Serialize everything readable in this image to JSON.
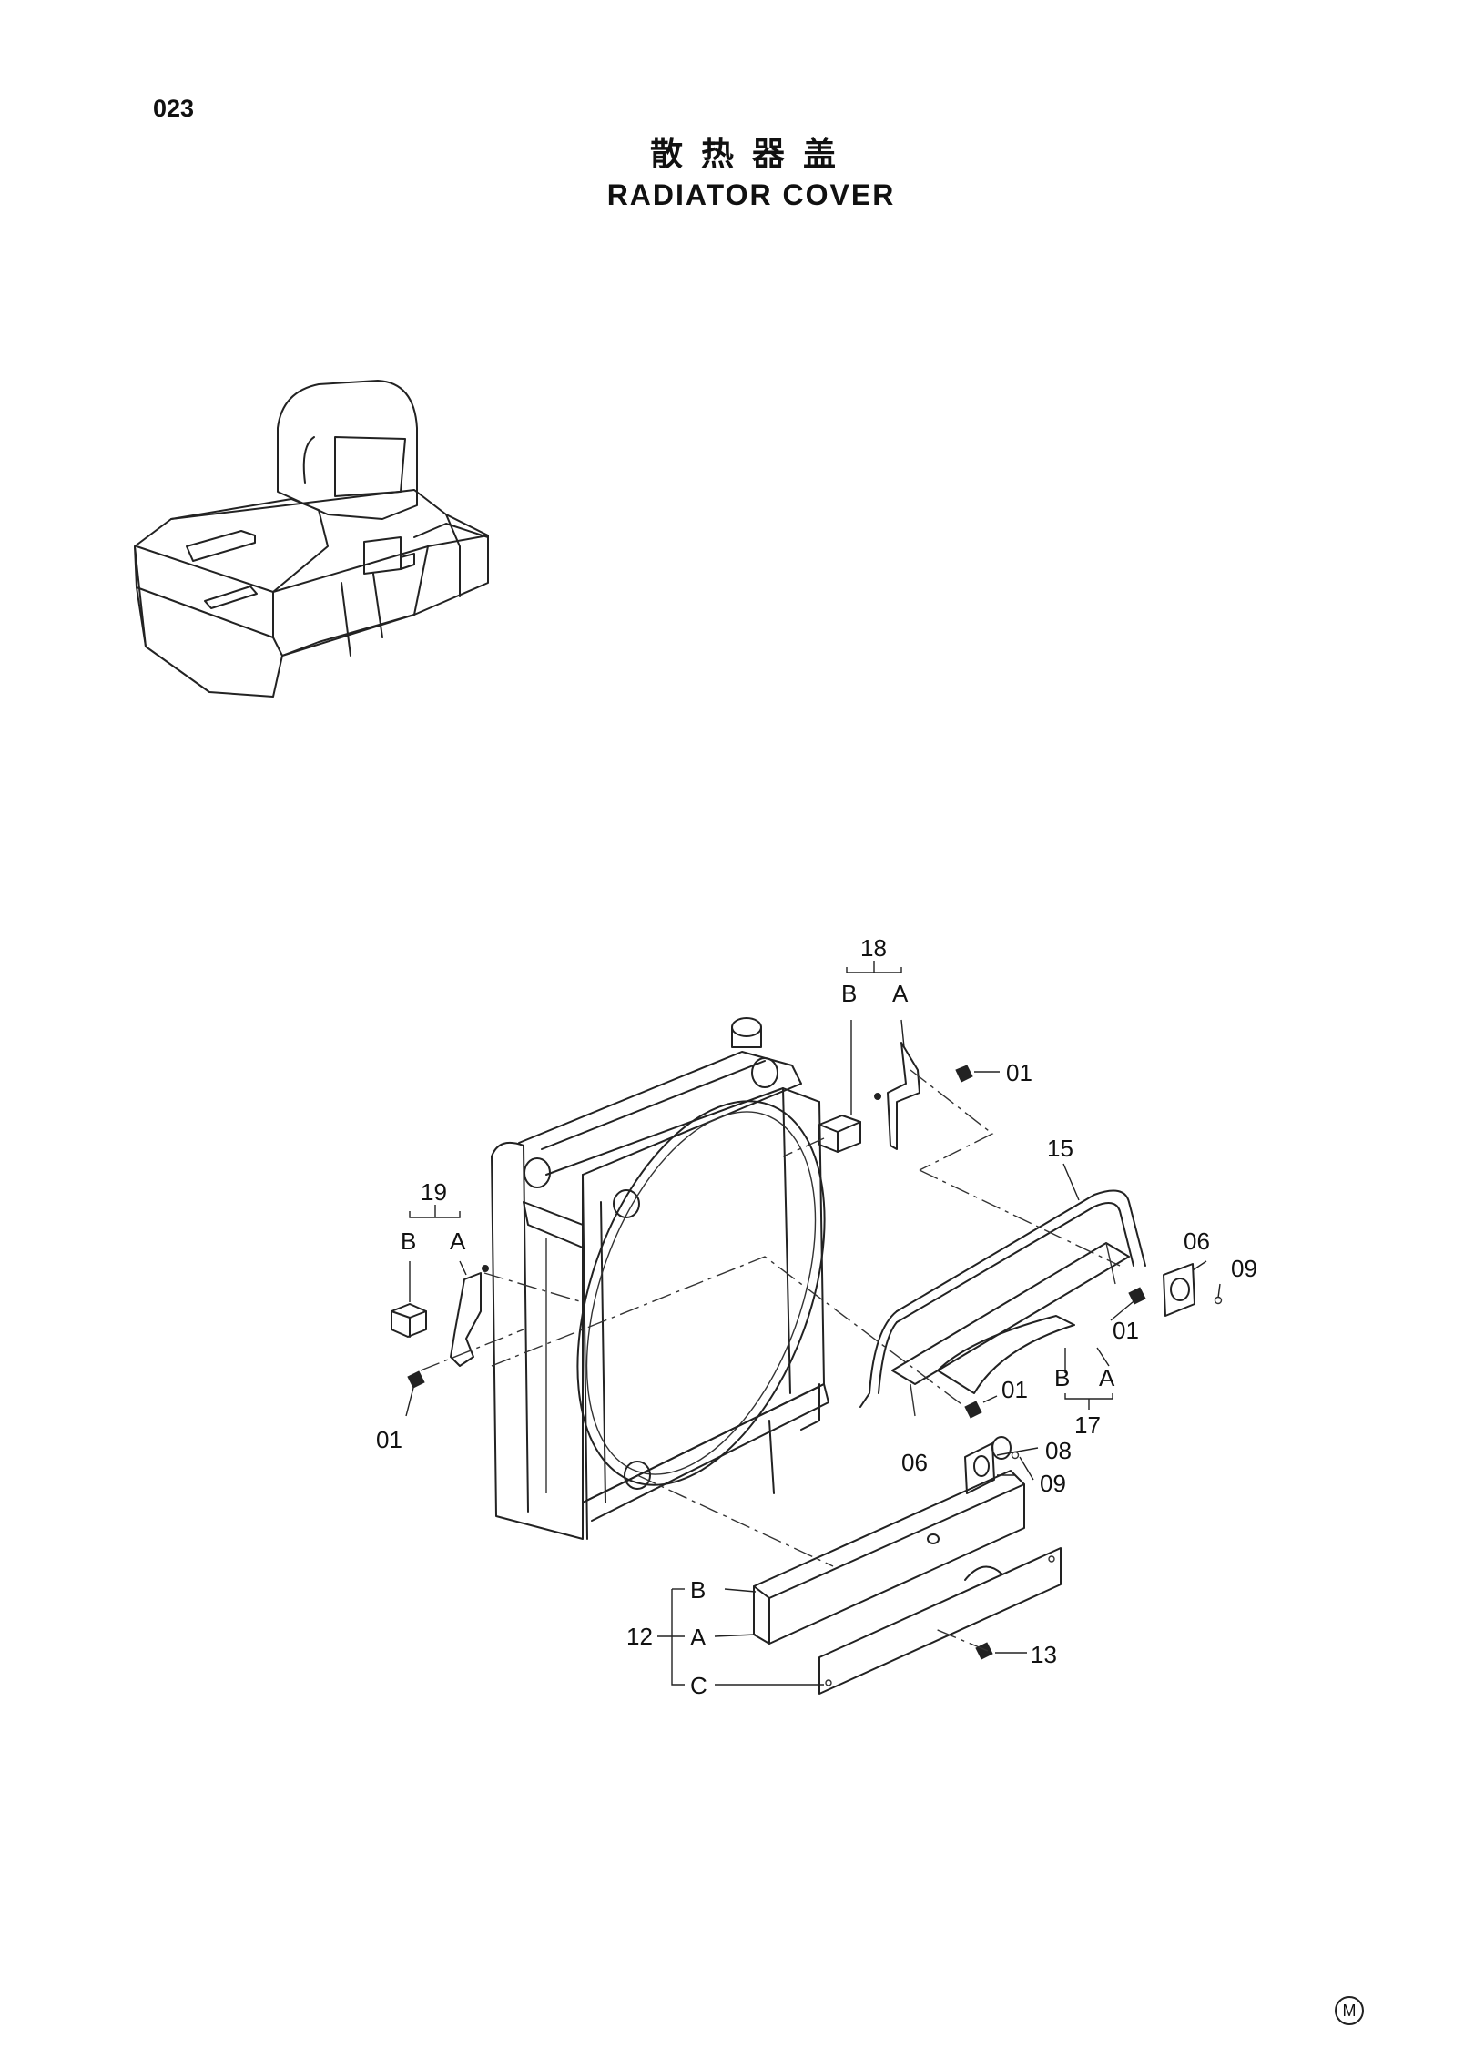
{
  "page": {
    "number": "023",
    "title_cn": "散热器盖",
    "title_en": "RADIATOR COVER",
    "mark": "M"
  },
  "diagram": {
    "overview_icon": "excavator-overview-icon",
    "labels": {
      "g18": "18",
      "g18_b": "B",
      "g18_a": "A",
      "g19": "19",
      "g19_b": "B",
      "g19_a": "A",
      "g17": "17",
      "g17_b": "B",
      "g17_a": "A",
      "g12": "12",
      "g12_b": "B",
      "g12_a": "A",
      "g12_c": "C",
      "p15": "15",
      "p01_top": "01",
      "p01_right": "01",
      "p01_mid": "01",
      "p01_left": "01",
      "p06_right": "06",
      "p09_right": "09",
      "p06_mid": "06",
      "p08_mid": "08",
      "p09_mid": "09",
      "p13": "13"
    }
  }
}
